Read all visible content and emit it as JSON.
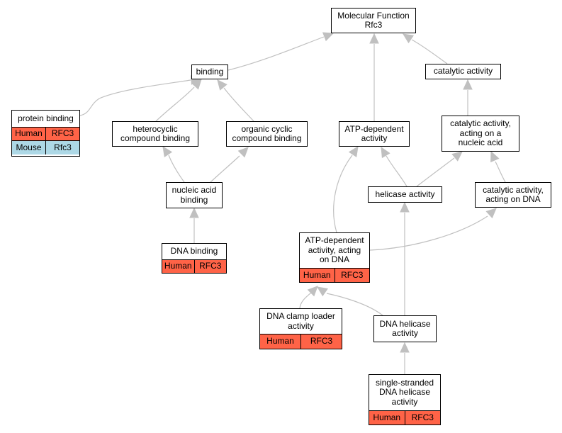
{
  "colors": {
    "edge": "#c0c0c0",
    "node_border": "#000000",
    "human": "#ff6347",
    "mouse": "#add8e6"
  },
  "nodes": {
    "molecular_function": {
      "label": "Molecular Function\nRfc3"
    },
    "binding": {
      "label": "binding"
    },
    "catalytic_activity": {
      "label": "catalytic activity"
    },
    "protein_binding": {
      "label": "protein binding",
      "annotations": [
        {
          "species": "Human",
          "gene": "RFC3",
          "color": "#ff6347"
        },
        {
          "species": "Mouse",
          "gene": "Rfc3",
          "color": "#add8e6"
        }
      ]
    },
    "heterocyclic": {
      "label": "heterocyclic\ncompound binding"
    },
    "organic_cyclic": {
      "label": "organic cyclic\ncompound binding"
    },
    "atp_dependent": {
      "label": "ATP-dependent\nactivity"
    },
    "catalytic_nucleic": {
      "label": "catalytic activity,\nacting on a\nnucleic acid"
    },
    "nucleic_acid_binding": {
      "label": "nucleic acid\nbinding"
    },
    "helicase": {
      "label": "helicase activity"
    },
    "catalytic_dna": {
      "label": "catalytic activity,\nacting on DNA"
    },
    "dna_binding": {
      "label": "DNA binding",
      "annotations": [
        {
          "species": "Human",
          "gene": "RFC3",
          "color": "#ff6347"
        }
      ]
    },
    "atp_dependent_dna": {
      "label": "ATP-dependent\nactivity, acting\non DNA",
      "annotations": [
        {
          "species": "Human",
          "gene": "RFC3",
          "color": "#ff6347"
        }
      ]
    },
    "dna_clamp_loader": {
      "label": "DNA clamp loader\nactivity",
      "annotations": [
        {
          "species": "Human",
          "gene": "RFC3",
          "color": "#ff6347"
        }
      ]
    },
    "dna_helicase": {
      "label": "DNA helicase\nactivity"
    },
    "ss_dna_helicase": {
      "label": "single-stranded\nDNA helicase\nactivity",
      "annotations": [
        {
          "species": "Human",
          "gene": "RFC3",
          "color": "#ff6347"
        }
      ]
    }
  },
  "edges": [
    {
      "from": "binding",
      "to": "molecular_function"
    },
    {
      "from": "atp_dependent",
      "to": "molecular_function"
    },
    {
      "from": "catalytic_activity",
      "to": "molecular_function"
    },
    {
      "from": "protein_binding",
      "to": "binding"
    },
    {
      "from": "heterocyclic",
      "to": "binding"
    },
    {
      "from": "organic_cyclic",
      "to": "binding"
    },
    {
      "from": "catalytic_nucleic",
      "to": "catalytic_activity"
    },
    {
      "from": "nucleic_acid_binding",
      "to": "heterocyclic"
    },
    {
      "from": "nucleic_acid_binding",
      "to": "organic_cyclic"
    },
    {
      "from": "dna_binding",
      "to": "nucleic_acid_binding"
    },
    {
      "from": "helicase",
      "to": "atp_dependent"
    },
    {
      "from": "helicase",
      "to": "catalytic_nucleic"
    },
    {
      "from": "catalytic_dna",
      "to": "catalytic_nucleic"
    },
    {
      "from": "atp_dependent_dna",
      "to": "atp_dependent"
    },
    {
      "from": "atp_dependent_dna",
      "to": "catalytic_dna"
    },
    {
      "from": "dna_helicase",
      "to": "helicase"
    },
    {
      "from": "dna_clamp_loader",
      "to": "atp_dependent_dna"
    },
    {
      "from": "dna_helicase",
      "to": "atp_dependent_dna"
    },
    {
      "from": "ss_dna_helicase",
      "to": "dna_helicase"
    }
  ]
}
